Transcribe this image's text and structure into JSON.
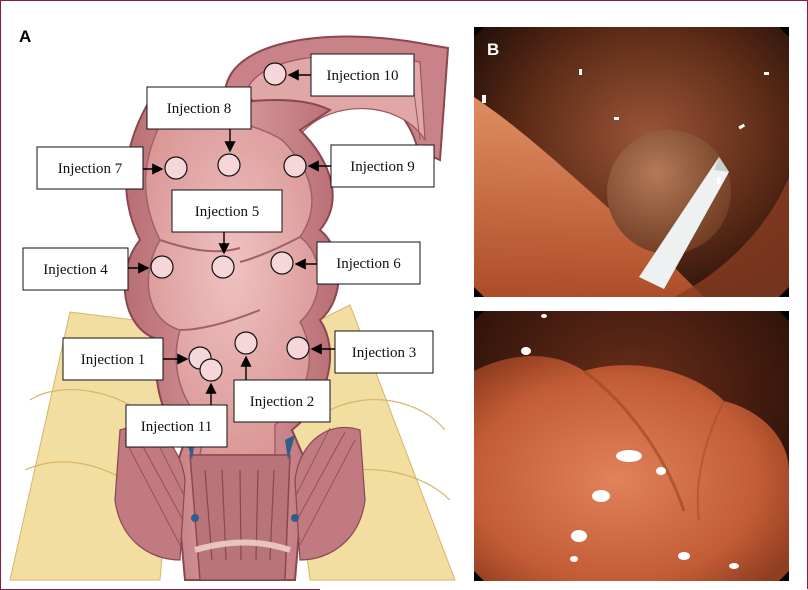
{
  "panels": {
    "a_label": "A",
    "b_label": "B"
  },
  "injections": [
    {
      "id": 1,
      "label": "Injection 1"
    },
    {
      "id": 2,
      "label": "Injection 2"
    },
    {
      "id": 3,
      "label": "Injection 3"
    },
    {
      "id": 4,
      "label": "Injection 4"
    },
    {
      "id": 5,
      "label": "Injection 5"
    },
    {
      "id": 6,
      "label": "Injection 6"
    },
    {
      "id": 7,
      "label": "Injection 7"
    },
    {
      "id": 8,
      "label": "Injection 8"
    },
    {
      "id": 9,
      "label": "Injection 9"
    },
    {
      "id": 10,
      "label": "Injection 10"
    },
    {
      "id": 11,
      "label": "Injection 11"
    }
  ],
  "colors": {
    "frame": "#8a1c44",
    "wall": "#c9868a",
    "lumen": "#e3a9a8",
    "fat": "#f2dea0",
    "site_fill": "#f6d7d9",
    "mucosa": "#c45a3c"
  }
}
